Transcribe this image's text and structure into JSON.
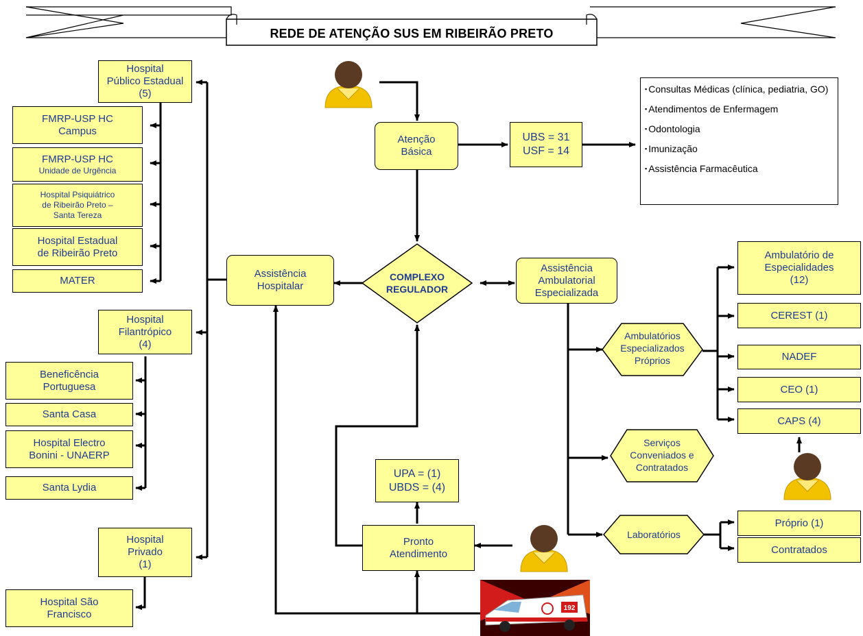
{
  "title": "REDE DE ATENÇÃO  SUS EM RIBEIRÃO PRETO",
  "center": {
    "atencao_basica": "Atenção\nBásica",
    "ubs_usf": "UBS = 31\nUSF = 14",
    "complexo_regulador": [
      "COMPLEXO",
      "REGULADOR"
    ],
    "assistencia_hospitalar": "Assistência\nHospitalar",
    "assistencia_ambulatorial": "Assistência\nAmbulatorial\nEspecializada",
    "upa_ubds": "UPA = (1)\nUBDS = (4)",
    "pronto_atendimento": "Pronto\nAtendimento"
  },
  "services": [
    "Consultas Médicas (clínica, pediatria, GO)",
    "Atendimentos de Enfermagem",
    "Odontologia",
    "Imunização",
    "Assistência Farmacêutica"
  ],
  "left": {
    "hospital_publico": "Hospital\nPúblico Estadual\n(5)",
    "publico_items": [
      "FMRP-USP HC\nCampus",
      "FMRP-USP HC",
      "Hospital Psiquiátrico\nde Ribeirão Preto –\nSanta Tereza",
      "Hospital Estadual\nde Ribeirão Preto",
      "MATER"
    ],
    "fmrp_urgencia_sub": "Unidade de Urgência",
    "hospital_filantropico": "Hospital\nFilantrópico\n(4)",
    "filantropico_items": [
      "Beneficência\nPortuguesa",
      "Santa Casa",
      "Hospital Electro\nBonini - UNAERP",
      "Santa Lydia"
    ],
    "hospital_privado": "Hospital\nPrivado\n(1)",
    "privado_items": [
      "Hospital São\nFrancisco"
    ]
  },
  "right": {
    "ambulatorios_proprios": [
      "Ambulatórios",
      "Especializados",
      "Próprios"
    ],
    "proprios_items": [
      "Ambulatório de\nEspecialidades\n(12)",
      "CEREST (1)",
      "NADEF",
      "CEO (1)",
      "CAPS  (4)"
    ],
    "servicos_conveniados": [
      "Serviços",
      "Conveniados e",
      "Contratados"
    ],
    "laboratorios": [
      "Laboratórios"
    ],
    "lab_items": [
      "Próprio (1)",
      "Contratados"
    ]
  },
  "ambulance_badge": "192",
  "colors": {
    "box_fill": "#ffff99",
    "text": "#1f3a93",
    "line": "#000000",
    "person_skin": "#5a3a22",
    "person_body": "#f2c200"
  },
  "icons": [
    "person-icon",
    "ambulance-icon"
  ]
}
